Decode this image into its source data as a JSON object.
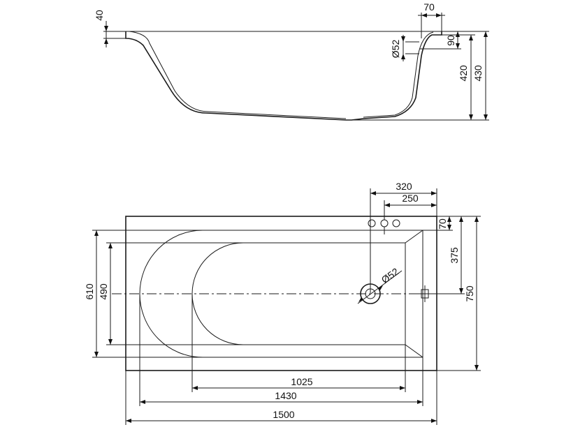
{
  "side_view": {
    "dims": {
      "rim_height": "40",
      "overflow_offset": "70",
      "overflow_depth": "90",
      "overflow_diameter": "Ø52",
      "inner_depth": "420",
      "total_height": "430"
    }
  },
  "top_view": {
    "dims": {
      "tap_offset_outer": "320",
      "tap_offset_inner": "250",
      "rim_offset": "70",
      "drain_from_edge": "375",
      "outer_width": "750",
      "inner_width": "610",
      "bottom_width": "490",
      "drain_diameter": "Ø52",
      "bottom_length": "1025",
      "inner_length": "1430",
      "outer_length": "1500"
    }
  }
}
